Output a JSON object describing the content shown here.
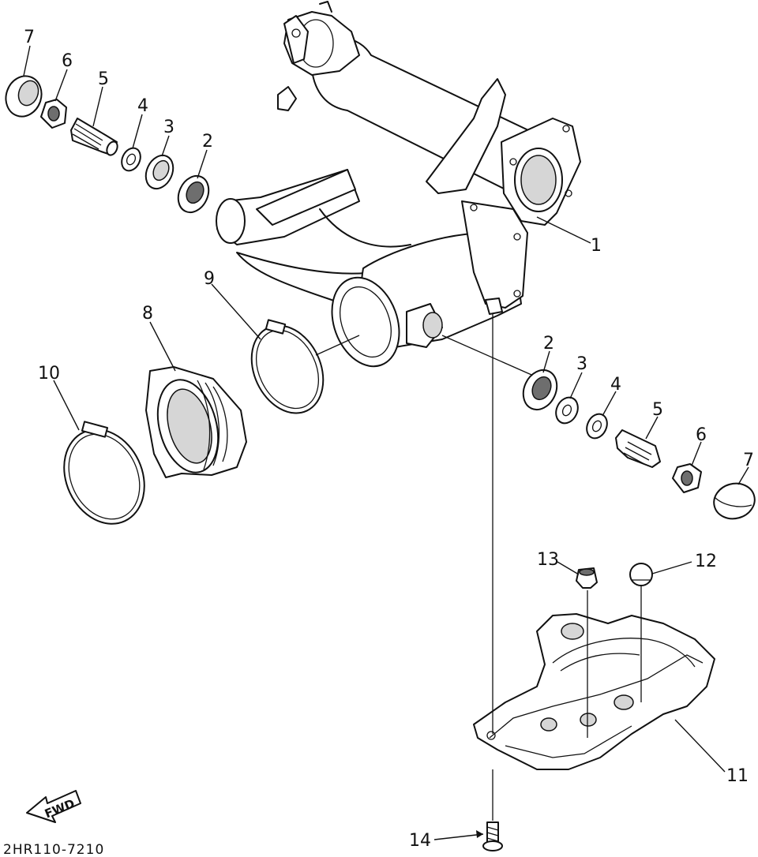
{
  "diagram": {
    "part_numbers": {
      "p1": "1",
      "p2": "2",
      "p3": "3",
      "p4": "4",
      "p5": "5",
      "p6": "6",
      "p7": "7",
      "p8": "8",
      "p9": "9",
      "p10": "10",
      "p11": "11",
      "p12": "12",
      "p13": "13",
      "p14": "14"
    },
    "fwd_label": "FWD",
    "drawing_code": "2HR110-7210"
  }
}
